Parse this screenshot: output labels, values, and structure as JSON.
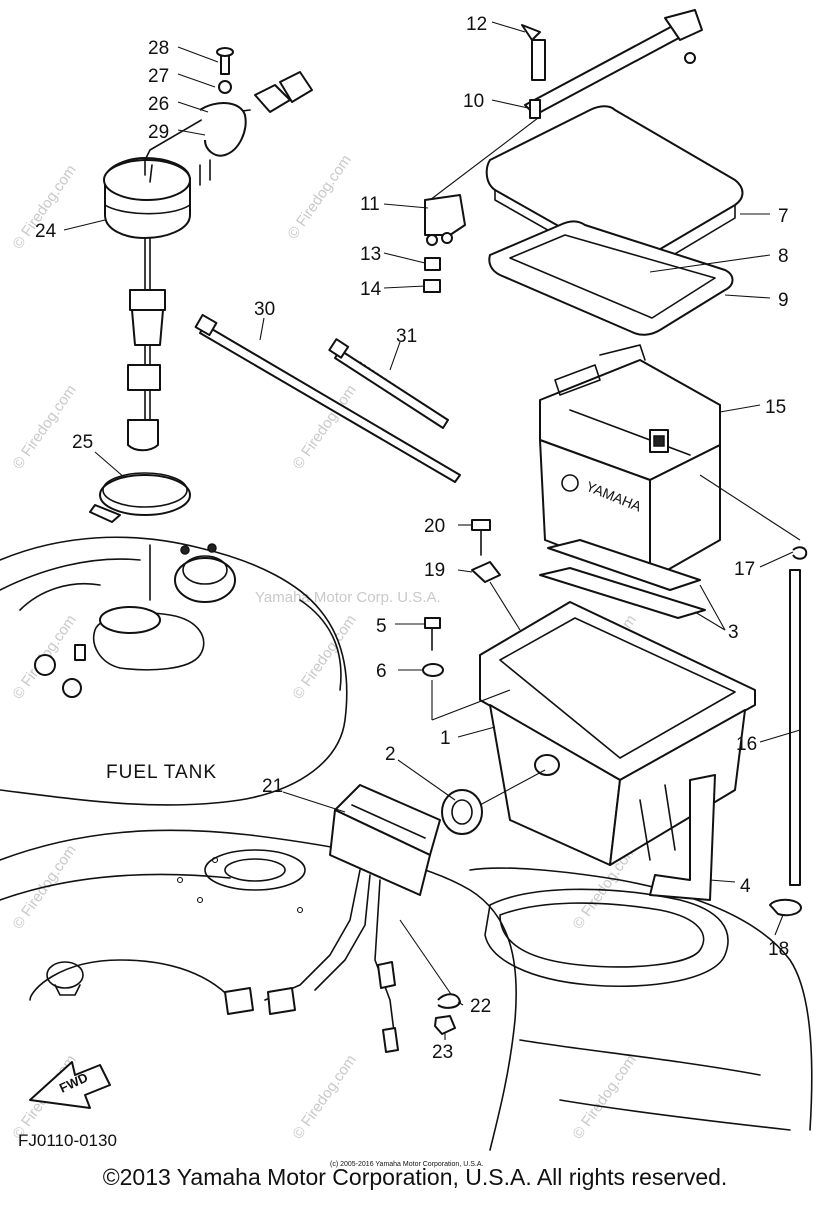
{
  "diagram": {
    "drawing_code": "FJ0110-0130",
    "tank_label": "FUEL TANK",
    "direction_label": "FWD",
    "battery_brand": "YAMAHA",
    "callouts": [
      "1",
      "2",
      "3",
      "4",
      "5",
      "6",
      "7",
      "8",
      "9",
      "10",
      "11",
      "12",
      "13",
      "14",
      "15",
      "16",
      "17",
      "18",
      "19",
      "20",
      "21",
      "22",
      "23",
      "24",
      "25",
      "26",
      "27",
      "28",
      "29",
      "30",
      "31"
    ]
  },
  "watermarks": {
    "center": "Yamaha Motor Corp. U.S.A.",
    "site": "© Firedog.com"
  },
  "footer": {
    "small_print": "(c) 2005-2016 Yamaha Motor Corporation, U.S.A.",
    "copyright": "©2013 Yamaha Motor Corporation, U.S.A. All rights reserved."
  }
}
